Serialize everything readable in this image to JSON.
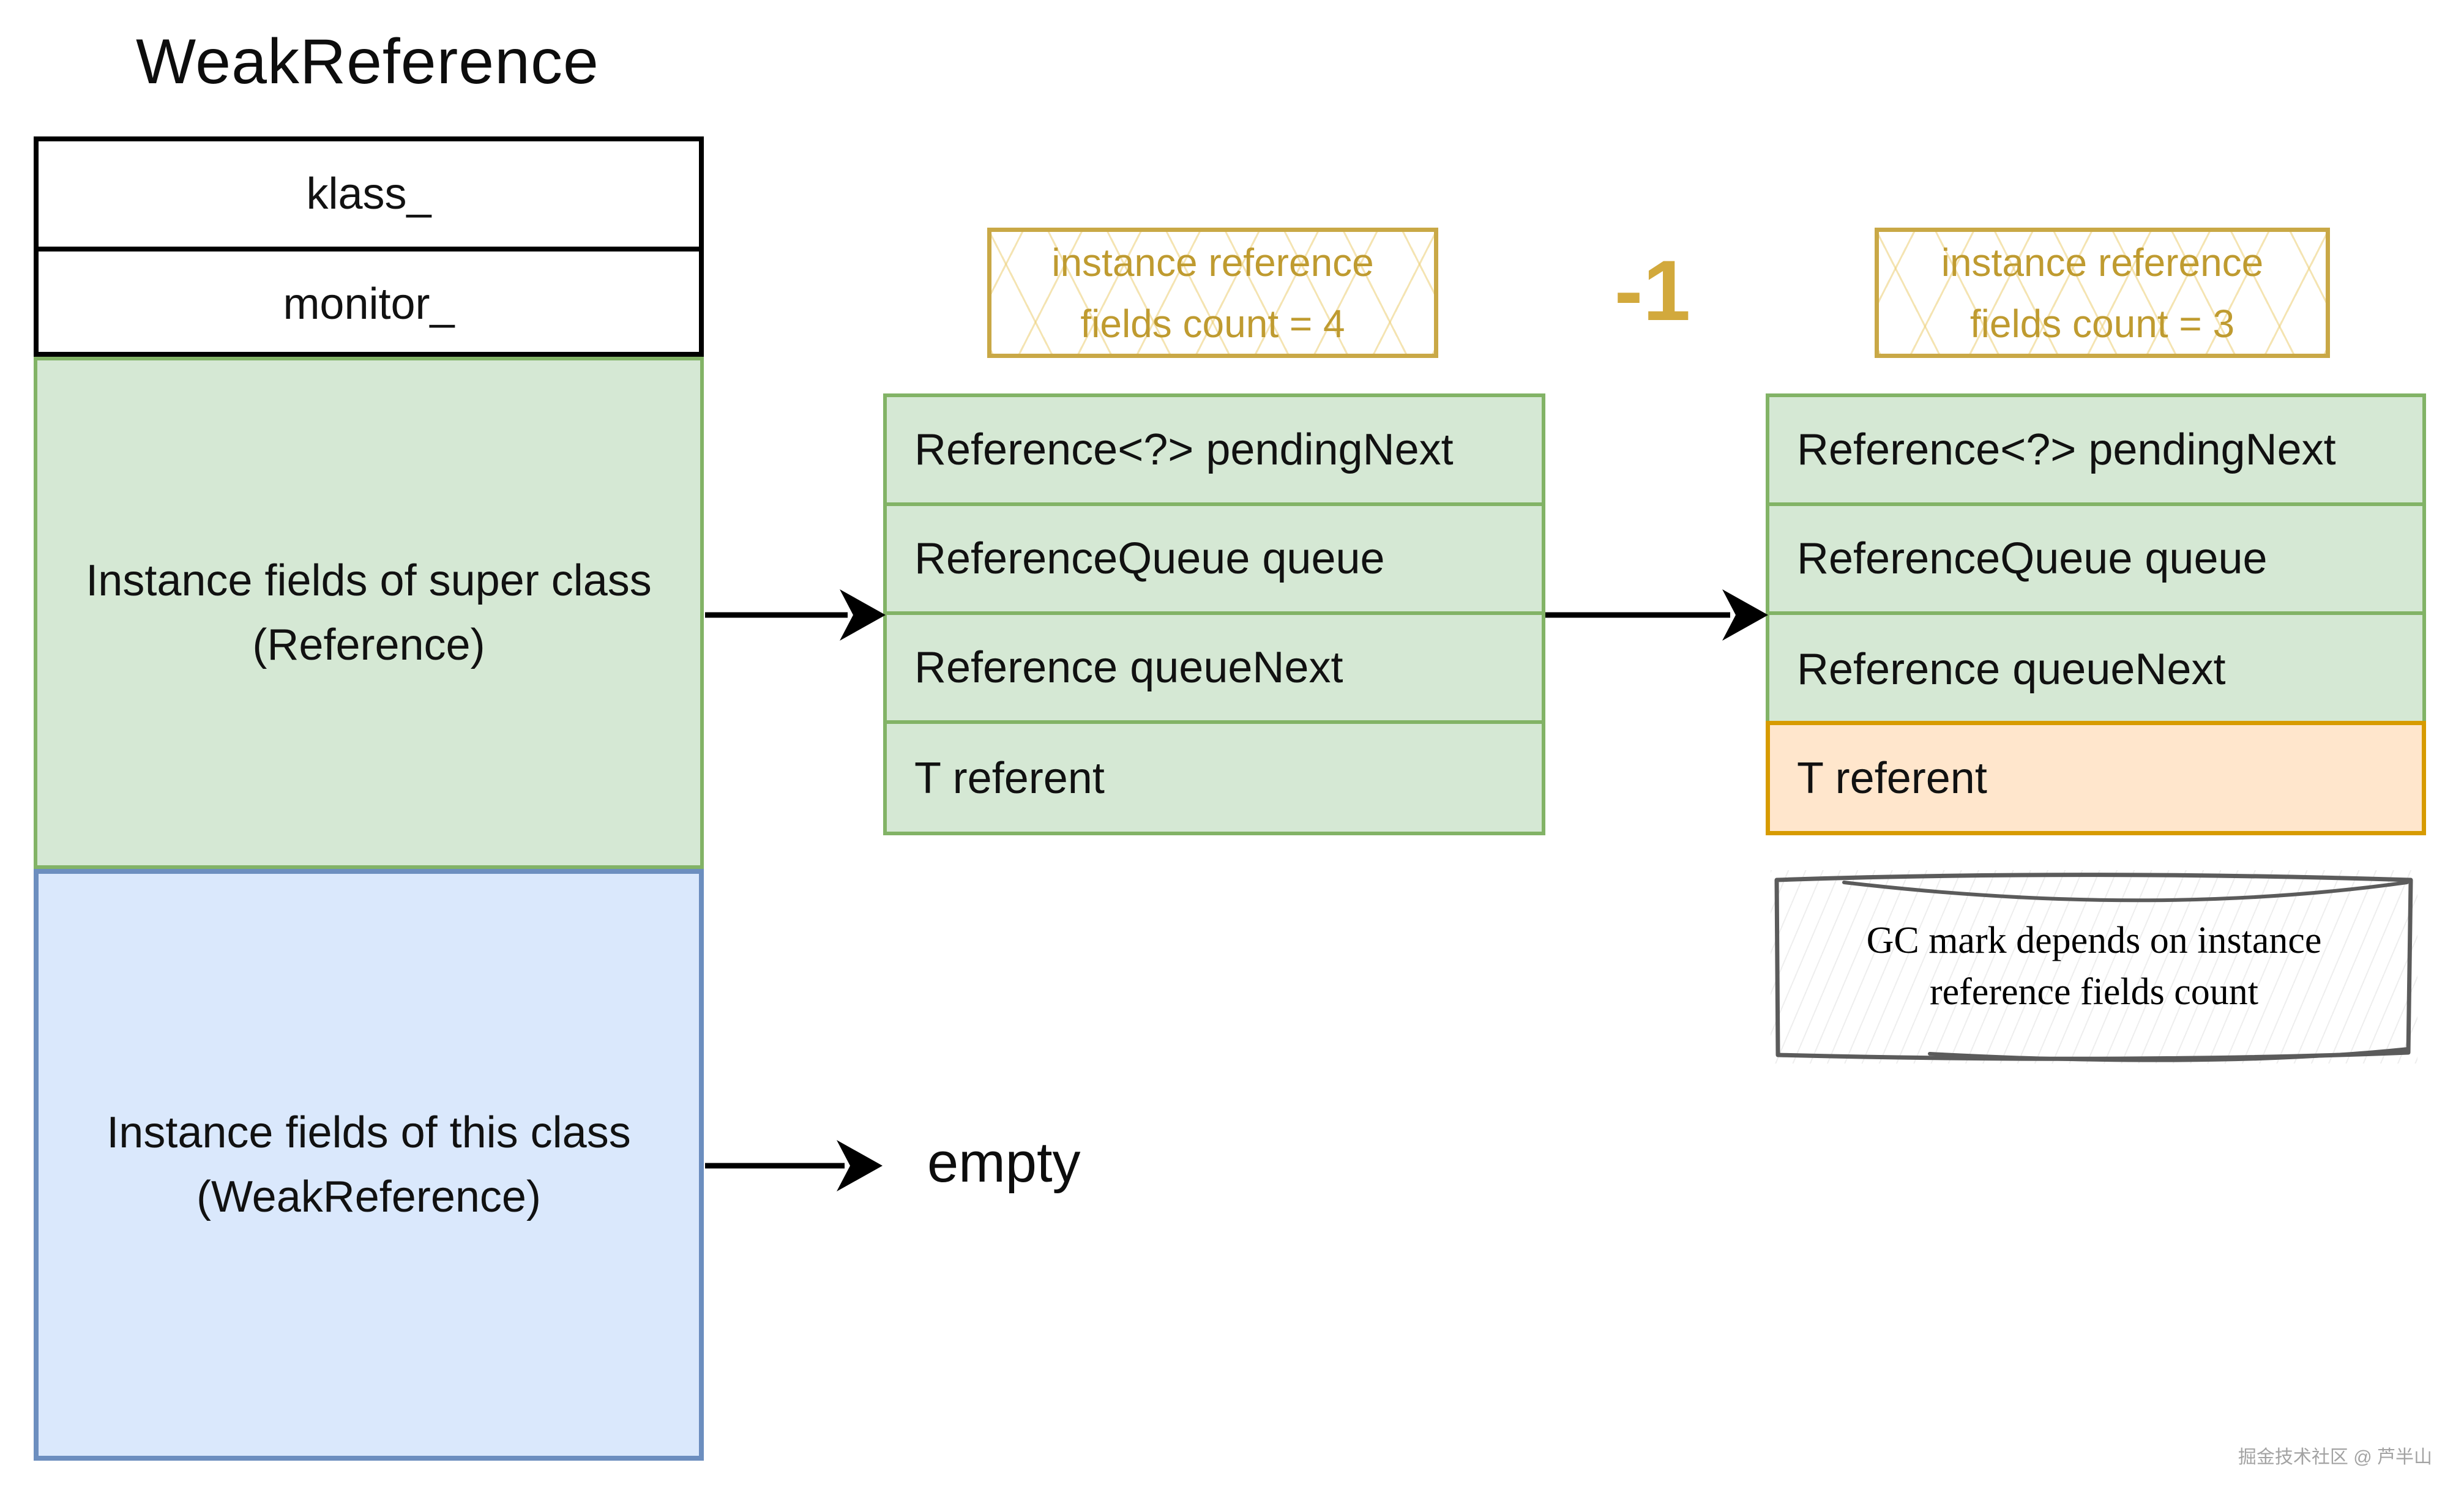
{
  "title": "WeakReference",
  "object_header": {
    "rows": [
      "klass_",
      "monitor_"
    ]
  },
  "super_class_block": {
    "line1": "Instance fields of super class",
    "line2": "(Reference)"
  },
  "this_class_block": {
    "line1": "Instance fields of this class",
    "line2": "(WeakReference)"
  },
  "labels": {
    "middle": {
      "line1": "instance reference",
      "line2": "fields count = 4"
    },
    "right": {
      "line1": "instance reference",
      "line2": "fields count = 3"
    },
    "delta": "-1"
  },
  "middle_table": {
    "rows": [
      "Reference<?> pendingNext",
      "ReferenceQueue queue",
      "Reference queueNext",
      "T referent"
    ]
  },
  "right_table": {
    "rows": [
      "Reference<?> pendingNext",
      "ReferenceQueue queue",
      "Reference queueNext",
      "T referent"
    ]
  },
  "empty_label": "empty",
  "gc_note": {
    "line1": "GC mark depends on instance",
    "line2": "reference fields count"
  },
  "watermark": "掘金技术社区 @ 芦半山",
  "colors": {
    "green_fill": "#d5e8d4",
    "green_border": "#82b366",
    "blue_fill": "#dae8fc",
    "blue_border": "#6c8ebf",
    "orange_fill": "#ffe6cc",
    "orange_border": "#d79b00",
    "gold_text": "#bf9b30",
    "gold_border": "#c9a846",
    "delta_color": "#d2a93c",
    "sketch_border": "#5b5b5b"
  }
}
